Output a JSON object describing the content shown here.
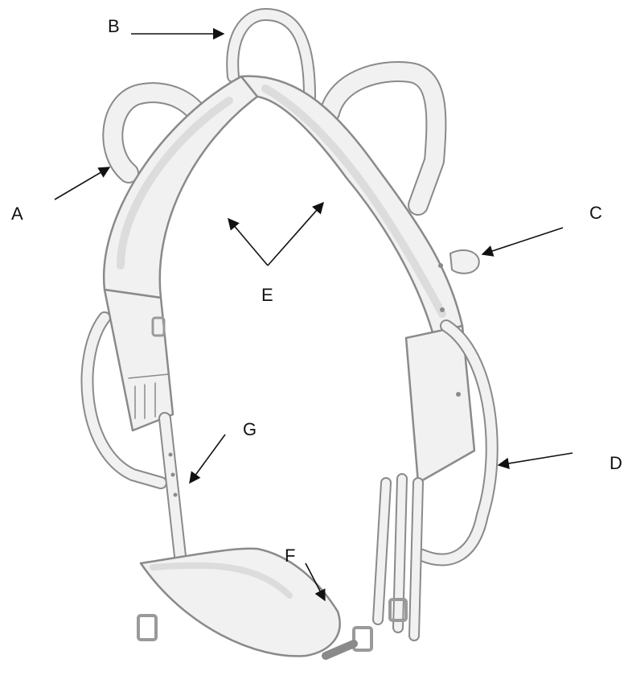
{
  "labels": {
    "a": "A",
    "b": "B",
    "c": "C",
    "d": "D",
    "e": "E",
    "f": "F",
    "g": "G"
  },
  "colors": {
    "leather": "#f1f1f1",
    "leather_shade": "#dcdcdc",
    "outline": "#8a8a8a",
    "metal": "#9a9a9a",
    "ink": "#111111"
  }
}
